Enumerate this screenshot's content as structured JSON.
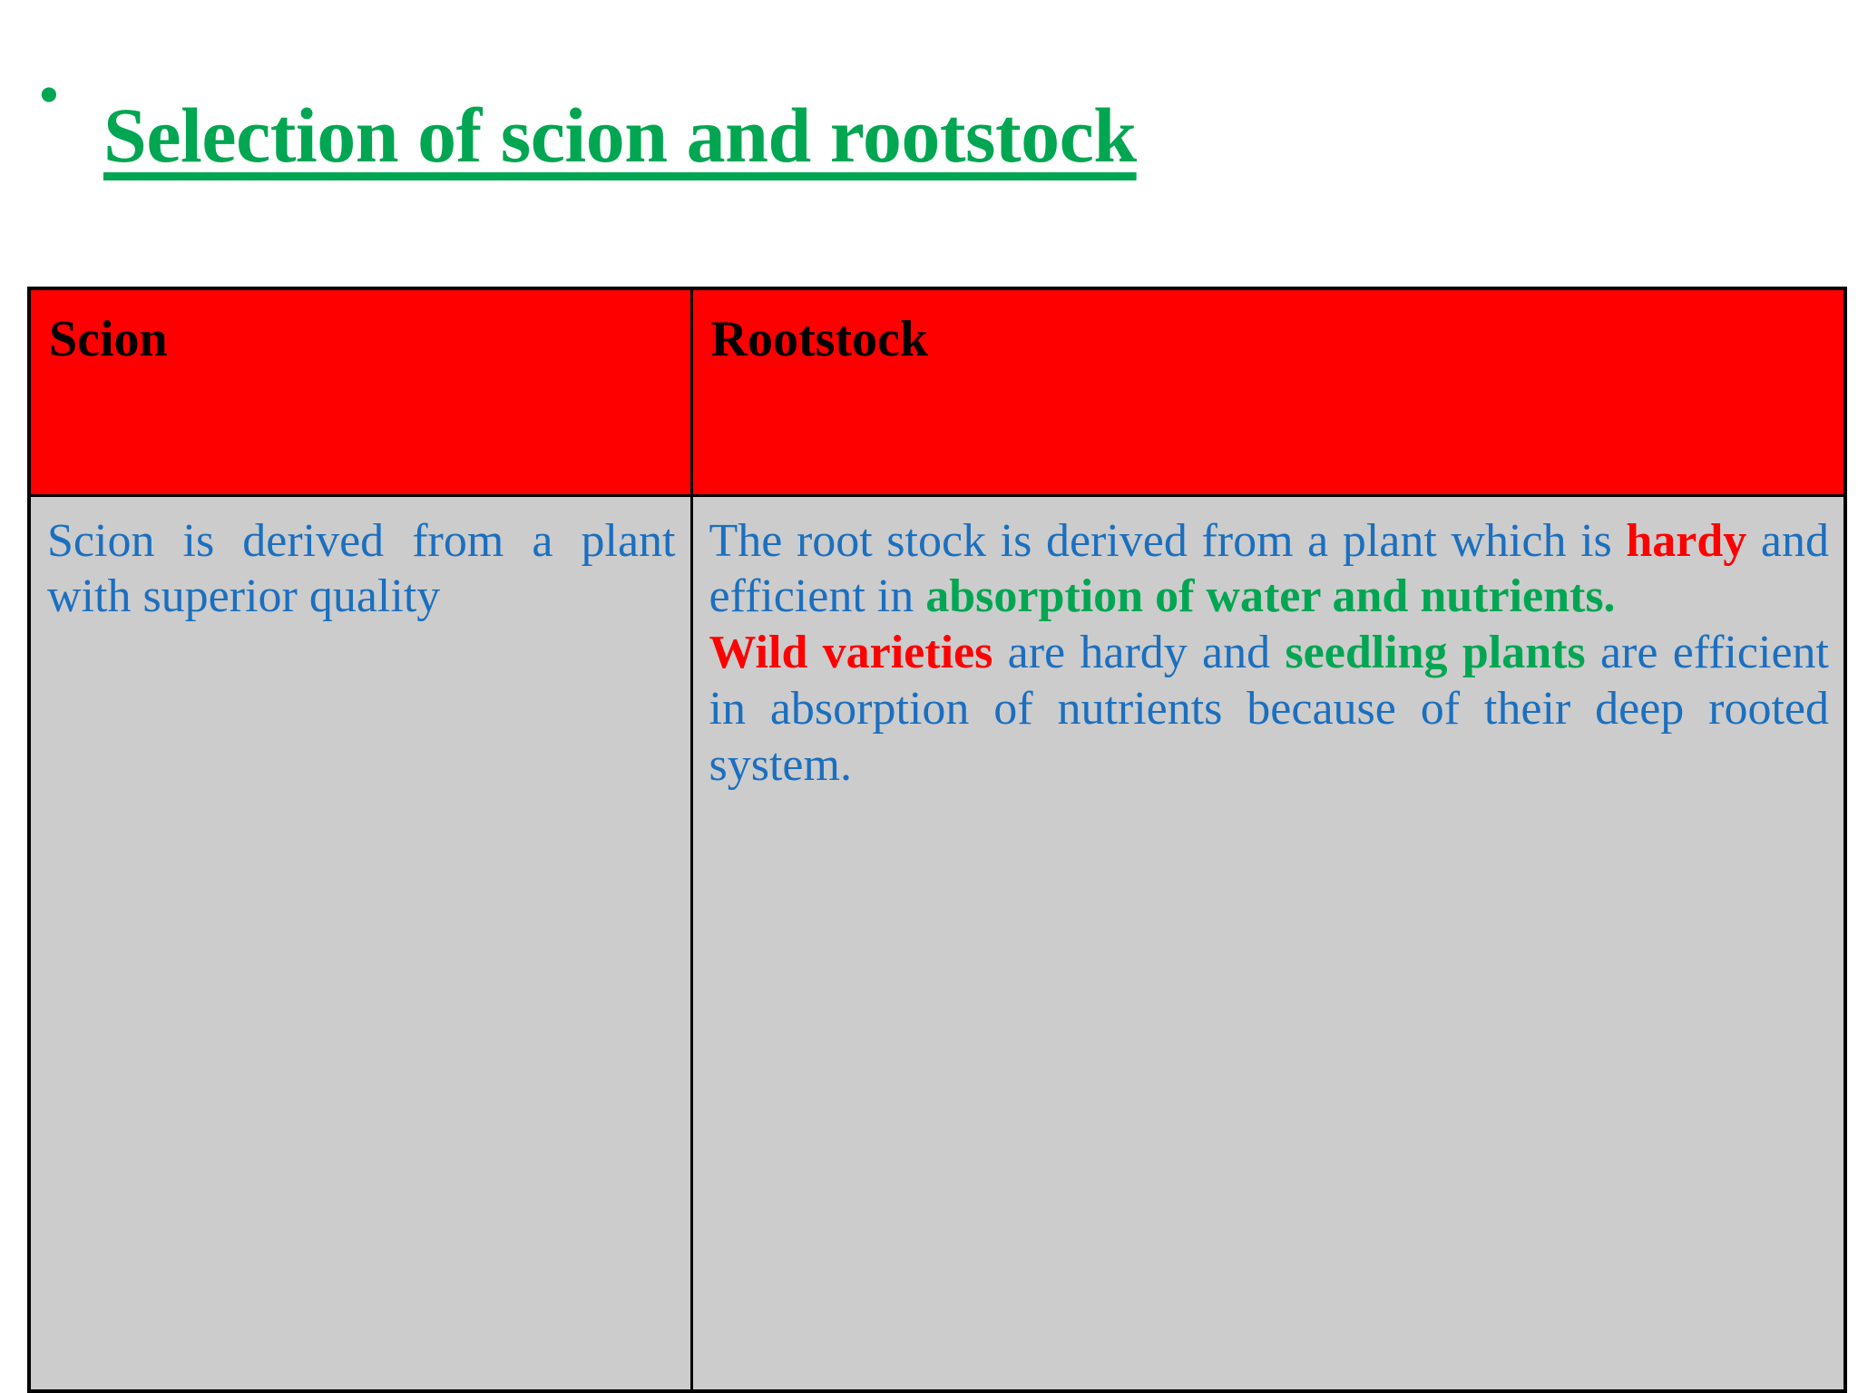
{
  "slide": {
    "bullet_glyph": "•",
    "title": "Selection of scion and rootstock",
    "title_color": "#00A651",
    "background": "#ffffff"
  },
  "table": {
    "header_background": "#FF0000",
    "header_text_color": "#000000",
    "body_background": "#CCCCCC",
    "body_text_color": "#1B6FBF",
    "border_color": "#000000",
    "accent_red": "#FF0000",
    "accent_green": "#00A651",
    "columns": [
      {
        "key": "scion",
        "header": "Scion"
      },
      {
        "key": "rootstock",
        "header": "Rootstock"
      }
    ],
    "rows": [
      {
        "scion": {
          "paragraphs": [
            {
              "runs": [
                {
                  "text": "Scion is derived from a plant with superior quality",
                  "style": "normal"
                }
              ]
            }
          ]
        },
        "rootstock": {
          "paragraphs": [
            {
              "runs": [
                {
                  "text": "The root stock is derived from a plant which is ",
                  "style": "normal"
                },
                {
                  "text": "hardy",
                  "style": "bold-red"
                },
                {
                  "text": " and efficient in ",
                  "style": "normal"
                },
                {
                  "text": "absorption of water and nutrients.",
                  "style": "bold-green"
                }
              ]
            },
            {
              "runs": [
                {
                  "text": "Wild varieties",
                  "style": "bold-red"
                },
                {
                  "text": " are hardy and ",
                  "style": "normal"
                },
                {
                  "text": "seedling plants",
                  "style": "bold-green"
                },
                {
                  "text": " are efficient in absorption of nutrients because of their deep rooted system.",
                  "style": "normal"
                }
              ]
            }
          ]
        }
      }
    ]
  }
}
